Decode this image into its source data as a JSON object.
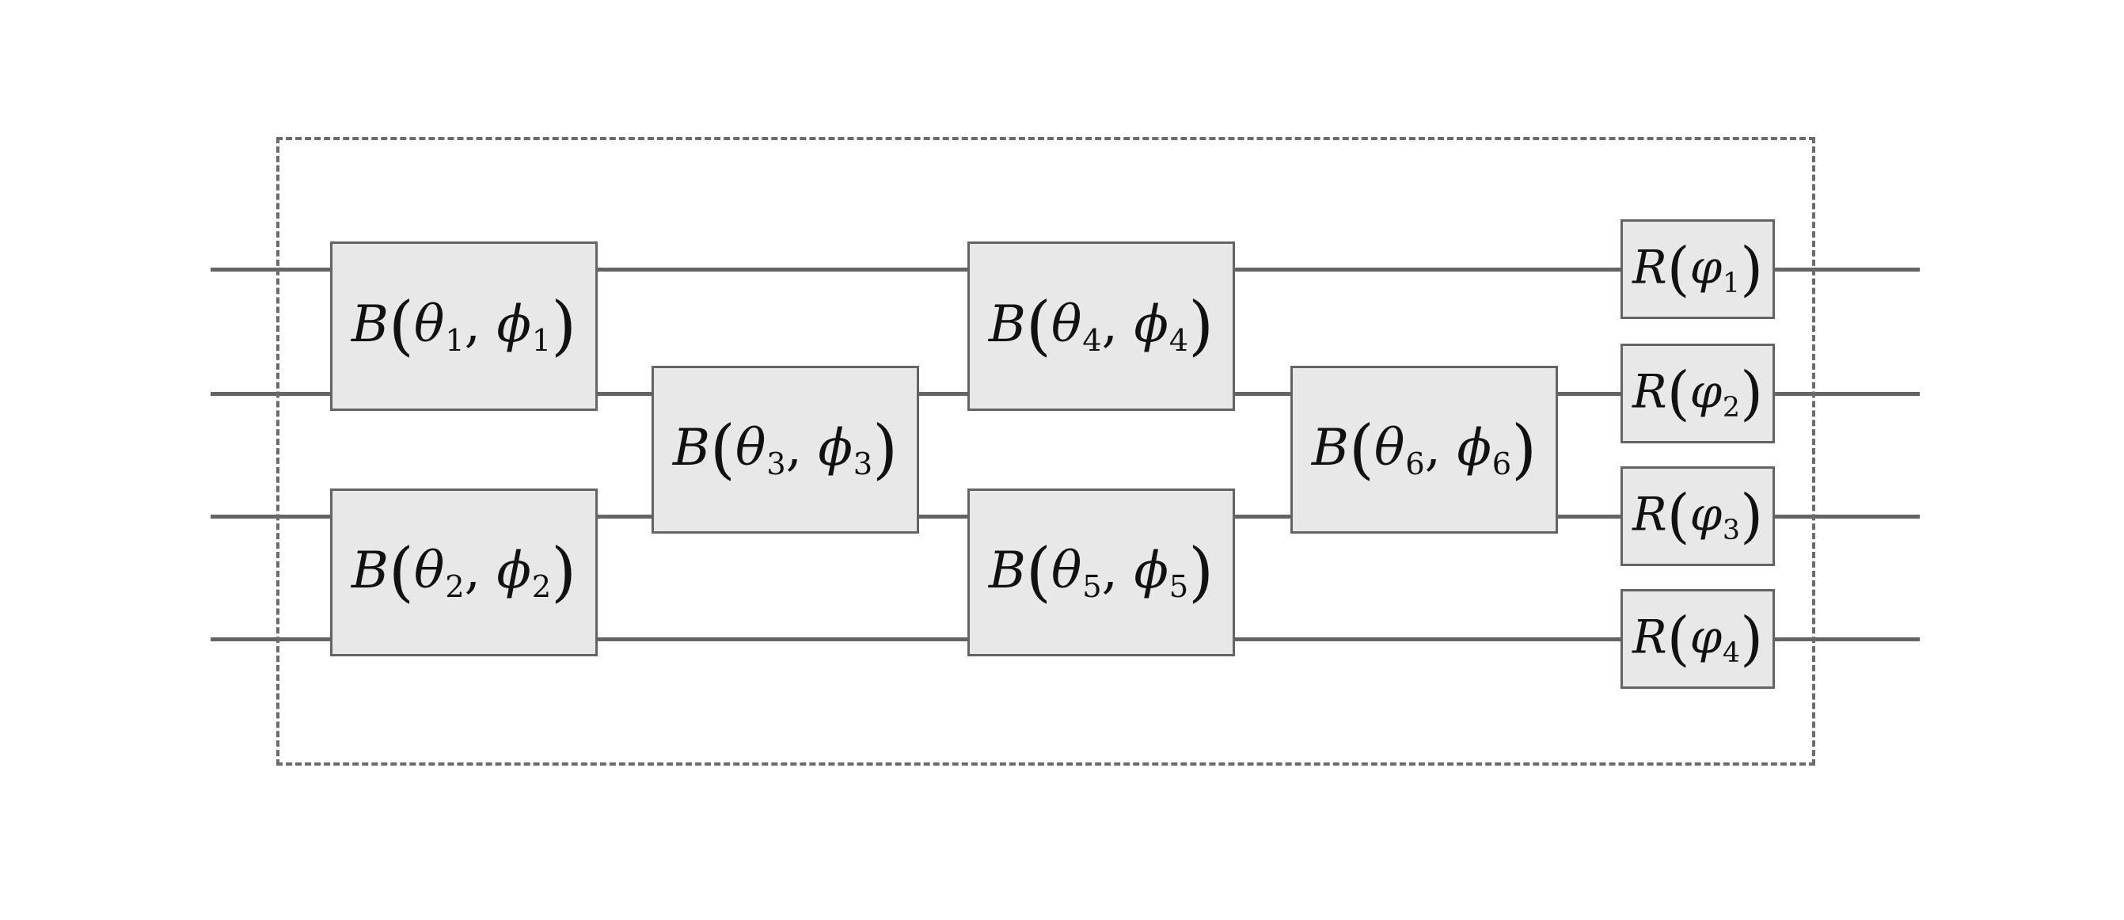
{
  "diagram": {
    "wire_count": 4,
    "boundary": {
      "style": "dashed"
    },
    "colors": {
      "background": "#ffffff",
      "wire": "#646464",
      "gate_fill": "#e8e8e8",
      "gate_border": "#646464",
      "boundary_dash": "#6b6b6b",
      "text": "#111111"
    },
    "gates": [
      {
        "id": "B1",
        "label": "B(θ₁, ϕ₁)",
        "column": 1,
        "wires": [
          1,
          2
        ],
        "tokens": [
          {
            "t": "B",
            "s": "it"
          },
          {
            "t": "(",
            "s": "paren"
          },
          {
            "t": "θ",
            "s": "it"
          },
          {
            "t": "1",
            "s": "sub"
          },
          {
            "t": ", ",
            "s": "n"
          },
          {
            "t": "ϕ",
            "s": "it"
          },
          {
            "t": "1",
            "s": "sub"
          },
          {
            "t": ")",
            "s": "paren"
          }
        ]
      },
      {
        "id": "B2",
        "label": "B(θ₂, ϕ₂)",
        "column": 1,
        "wires": [
          3,
          4
        ],
        "tokens": [
          {
            "t": "B",
            "s": "it"
          },
          {
            "t": "(",
            "s": "paren"
          },
          {
            "t": "θ",
            "s": "it"
          },
          {
            "t": "2",
            "s": "sub"
          },
          {
            "t": ", ",
            "s": "n"
          },
          {
            "t": "ϕ",
            "s": "it"
          },
          {
            "t": "2",
            "s": "sub"
          },
          {
            "t": ")",
            "s": "paren"
          }
        ]
      },
      {
        "id": "B3",
        "label": "B(θ₃, ϕ₃)",
        "column": 2,
        "wires": [
          2,
          3
        ],
        "tokens": [
          {
            "t": "B",
            "s": "it"
          },
          {
            "t": "(",
            "s": "paren"
          },
          {
            "t": "θ",
            "s": "it"
          },
          {
            "t": "3",
            "s": "sub"
          },
          {
            "t": ", ",
            "s": "n"
          },
          {
            "t": "ϕ",
            "s": "it"
          },
          {
            "t": "3",
            "s": "sub"
          },
          {
            "t": ")",
            "s": "paren"
          }
        ]
      },
      {
        "id": "B4",
        "label": "B(θ₄, ϕ₄)",
        "column": 3,
        "wires": [
          1,
          2
        ],
        "tokens": [
          {
            "t": "B",
            "s": "it"
          },
          {
            "t": "(",
            "s": "paren"
          },
          {
            "t": "θ",
            "s": "it"
          },
          {
            "t": "4",
            "s": "sub"
          },
          {
            "t": ", ",
            "s": "n"
          },
          {
            "t": "ϕ",
            "s": "it"
          },
          {
            "t": "4",
            "s": "sub"
          },
          {
            "t": ")",
            "s": "paren"
          }
        ]
      },
      {
        "id": "B5",
        "label": "B(θ₅, ϕ₅)",
        "column": 3,
        "wires": [
          3,
          4
        ],
        "tokens": [
          {
            "t": "B",
            "s": "it"
          },
          {
            "t": "(",
            "s": "paren"
          },
          {
            "t": "θ",
            "s": "it"
          },
          {
            "t": "5",
            "s": "sub"
          },
          {
            "t": ", ",
            "s": "n"
          },
          {
            "t": "ϕ",
            "s": "it"
          },
          {
            "t": "5",
            "s": "sub"
          },
          {
            "t": ")",
            "s": "paren"
          }
        ]
      },
      {
        "id": "B6",
        "label": "B(θ₆, ϕ₆)",
        "column": 4,
        "wires": [
          2,
          3
        ],
        "tokens": [
          {
            "t": "B",
            "s": "it"
          },
          {
            "t": "(",
            "s": "paren"
          },
          {
            "t": "θ",
            "s": "it"
          },
          {
            "t": "6",
            "s": "sub"
          },
          {
            "t": ", ",
            "s": "n"
          },
          {
            "t": "ϕ",
            "s": "it"
          },
          {
            "t": "6",
            "s": "sub"
          },
          {
            "t": ")",
            "s": "paren"
          }
        ]
      },
      {
        "id": "R1",
        "label": "R(φ₁)",
        "column": 5,
        "wires": [
          1
        ],
        "tokens": [
          {
            "t": "R",
            "s": "it"
          },
          {
            "t": "(",
            "s": "paren"
          },
          {
            "t": "φ",
            "s": "it"
          },
          {
            "t": "1",
            "s": "sub"
          },
          {
            "t": ")",
            "s": "paren"
          }
        ]
      },
      {
        "id": "R2",
        "label": "R(φ₂)",
        "column": 5,
        "wires": [
          2
        ],
        "tokens": [
          {
            "t": "R",
            "s": "it"
          },
          {
            "t": "(",
            "s": "paren"
          },
          {
            "t": "φ",
            "s": "it"
          },
          {
            "t": "2",
            "s": "sub"
          },
          {
            "t": ")",
            "s": "paren"
          }
        ]
      },
      {
        "id": "R3",
        "label": "R(φ₃)",
        "column": 5,
        "wires": [
          3
        ],
        "tokens": [
          {
            "t": "R",
            "s": "it"
          },
          {
            "t": "(",
            "s": "paren"
          },
          {
            "t": "φ",
            "s": "it"
          },
          {
            "t": "3",
            "s": "sub"
          },
          {
            "t": ")",
            "s": "paren"
          }
        ]
      },
      {
        "id": "R4",
        "label": "R(φ₄)",
        "column": 5,
        "wires": [
          4
        ],
        "tokens": [
          {
            "t": "R",
            "s": "it"
          },
          {
            "t": "(",
            "s": "paren"
          },
          {
            "t": "φ",
            "s": "it"
          },
          {
            "t": "4",
            "s": "sub"
          },
          {
            "t": ")",
            "s": "paren"
          }
        ]
      }
    ]
  }
}
